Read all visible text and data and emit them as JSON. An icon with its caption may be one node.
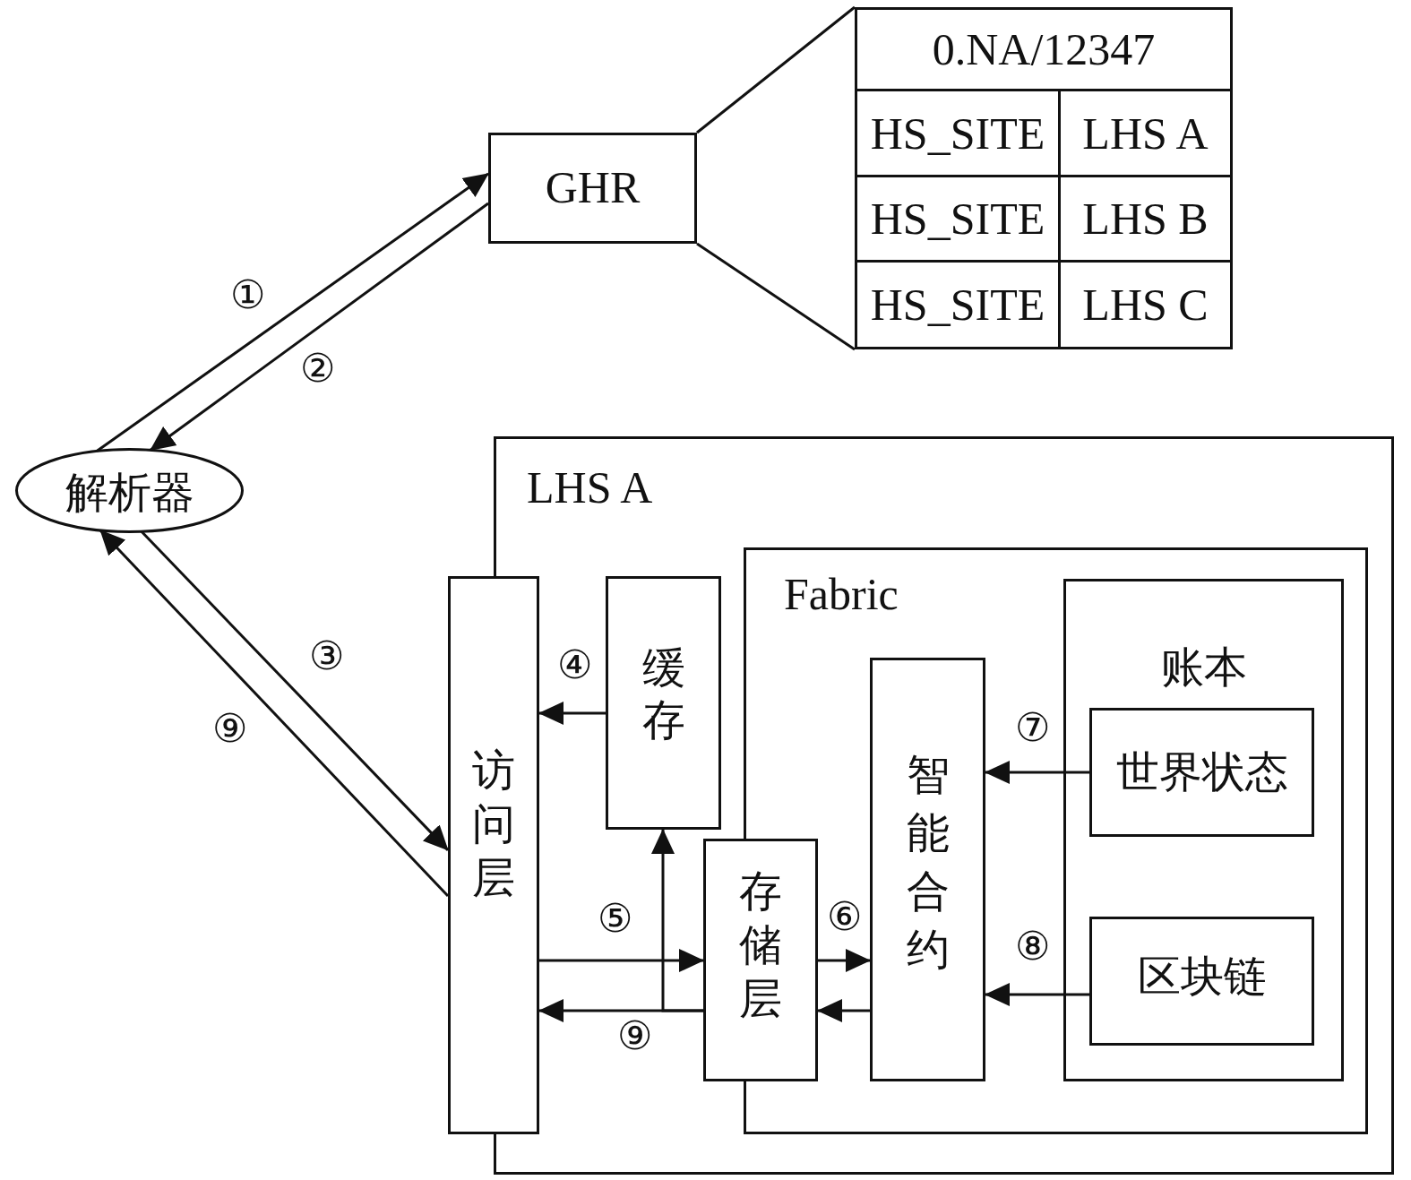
{
  "diagram": {
    "nodes": [
      {
        "text": [
          "GHR"
        ]
      },
      {
        "text": [
          "0.NA/12347",
          "HS_SITE",
          "LHS A",
          "HS_SITE",
          "LHS B",
          "HS_SITE",
          "LHS C"
        ]
      },
      {
        "text": [
          "解析器"
        ]
      },
      {
        "text": [
          "LHS A"
        ]
      },
      {
        "text": [
          "访问层"
        ]
      },
      {
        "text": [
          "缓存"
        ],
        "in": 3
      },
      {
        "text": [
          "Fabric"
        ],
        "in": 3
      },
      {
        "text": [
          "存储层"
        ],
        "in": 3
      },
      {
        "text": [
          "智能合约"
        ],
        "in": 6
      },
      {
        "text": [
          "账本"
        ],
        "in": 6
      },
      {
        "text": [
          "世界状态"
        ],
        "in": 9
      },
      {
        "text": [
          "区块链"
        ],
        "in": 9
      }
    ],
    "edges": [
      {
        "from": 2,
        "to": 0,
        "arrow": "to",
        "label": "①"
      },
      {
        "from": 0,
        "to": 2,
        "arrow": "to",
        "label": "②"
      },
      {
        "from": 2,
        "to": 4,
        "arrow": "to",
        "label": "③"
      },
      {
        "from": 4,
        "to": 2,
        "arrow": "to",
        "label": "⑨"
      },
      {
        "from": 5,
        "to": 4,
        "arrow": "to",
        "label": "④"
      },
      {
        "from": 4,
        "to": 7,
        "arrow": "to",
        "label": "⑤"
      },
      {
        "from": 7,
        "to": 4,
        "arrow": "to",
        "label": "⑨"
      },
      {
        "from": 7,
        "to": 5,
        "arrow": "to"
      },
      {
        "from": 7,
        "to": 8,
        "arrow": "to",
        "label": "⑥"
      },
      {
        "from": 8,
        "to": 7,
        "arrow": "to"
      },
      {
        "from": 10,
        "to": 8,
        "arrow": "to",
        "label": "⑦"
      },
      {
        "from": 11,
        "to": 8,
        "arrow": "to",
        "label": "⑧"
      },
      {
        "from": 0,
        "to": 1,
        "arrow": "none"
      },
      {
        "from": 0,
        "to": 1,
        "arrow": "none"
      }
    ]
  }
}
